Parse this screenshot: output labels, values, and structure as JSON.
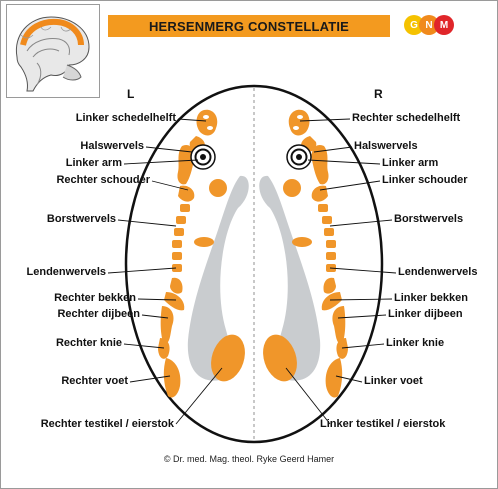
{
  "title": "HERSENMERG CONSTELLATIE",
  "logo": {
    "letters": [
      "G",
      "N",
      "M"
    ],
    "colors": [
      "#f5c200",
      "#f08a1c",
      "#e0262a"
    ]
  },
  "colors": {
    "orange": "#f0962a",
    "gray": "#c9cccf",
    "outline": "#111111"
  },
  "side_labels": {
    "left": "L",
    "right": "R"
  },
  "left_labels": [
    "Linker schedelhelft",
    "Halswervels",
    "Linker arm",
    "Rechter schouder",
    "Borstwervels",
    "Lendenwervels",
    "Rechter bekken",
    "Rechter dijbeen",
    "Rechter knie",
    "Rechter voet",
    "Rechter testikel / eierstok"
  ],
  "right_labels": [
    "Rechter schedelhelft",
    "Halswervels",
    "Linker arm",
    "Linker schouder",
    "Borstwervels",
    "Lendenwervels",
    "Linker bekken",
    "Linker dijbeen",
    "Linker knie",
    "Linker voet",
    "Linker testikel / eierstok"
  ],
  "copyright": "© Dr. med. Mag. theol. Ryke Geerd Hamer"
}
